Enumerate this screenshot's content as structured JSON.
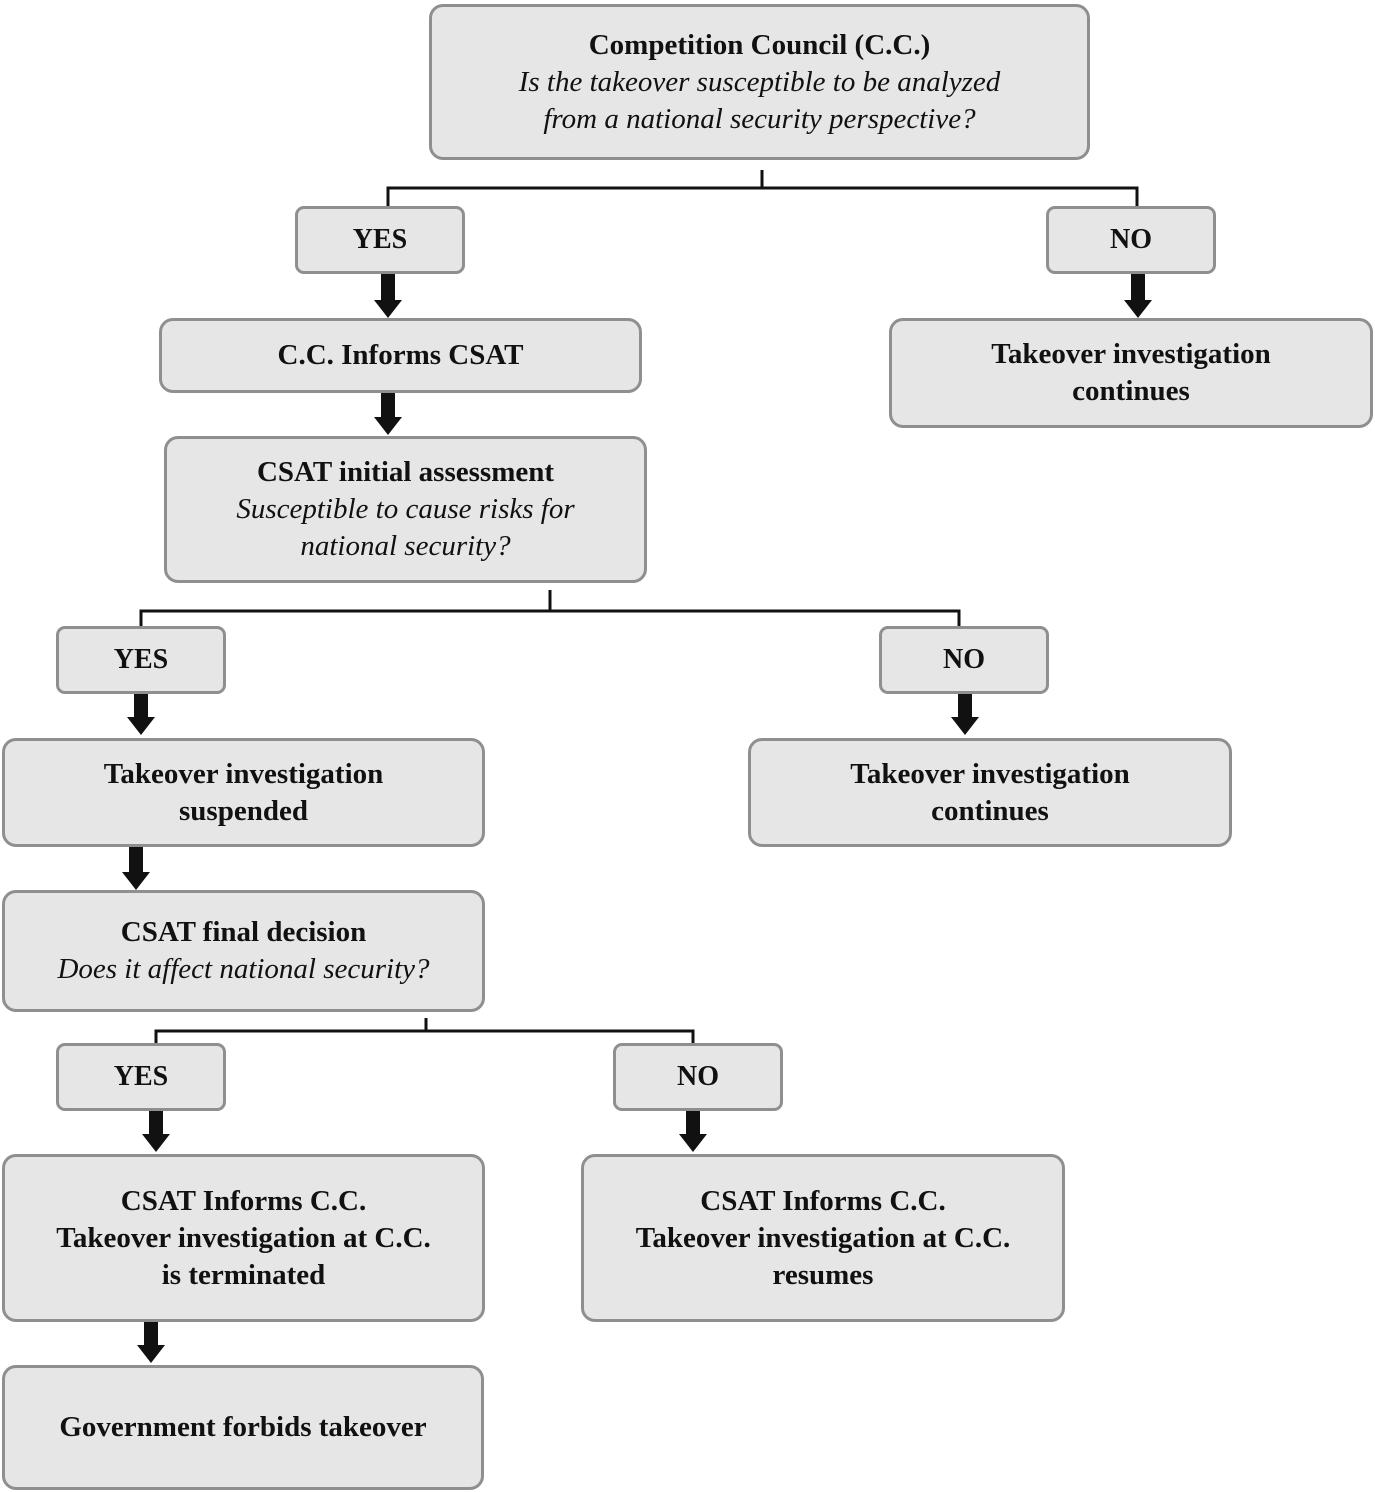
{
  "root": {
    "title": "Competition Council (C.C.)",
    "question_line1": "Is the takeover susceptible to be analyzed",
    "question_line2": "from a national security perspective?"
  },
  "branch1": {
    "yes_label": "YES",
    "no_label": "NO",
    "no_outcome_line1": "Takeover investigation",
    "no_outcome_line2": "continues",
    "yes_step": "C.C. Informs CSAT"
  },
  "assessment": {
    "title": "CSAT initial assessment",
    "question_line1": "Susceptible to cause risks for",
    "question_line2": "national security?"
  },
  "branch2": {
    "yes_label": "YES",
    "no_label": "NO",
    "yes_outcome_line1": "Takeover investigation",
    "yes_outcome_line2": "suspended",
    "no_outcome_line1": "Takeover investigation",
    "no_outcome_line2": "continues"
  },
  "final": {
    "title": "CSAT final decision",
    "question": "Does it affect national security?"
  },
  "branch3": {
    "yes_label": "YES",
    "no_label": "NO",
    "yes_outcome_line1": "CSAT Informs C.C.",
    "yes_outcome_line2": "Takeover investigation at C.C.",
    "yes_outcome_line3": "is terminated",
    "no_outcome_line1": "CSAT Informs C.C.",
    "no_outcome_line2": "Takeover investigation at C.C.",
    "no_outcome_line3": "resumes"
  },
  "end": {
    "text": "Government forbids takeover"
  }
}
